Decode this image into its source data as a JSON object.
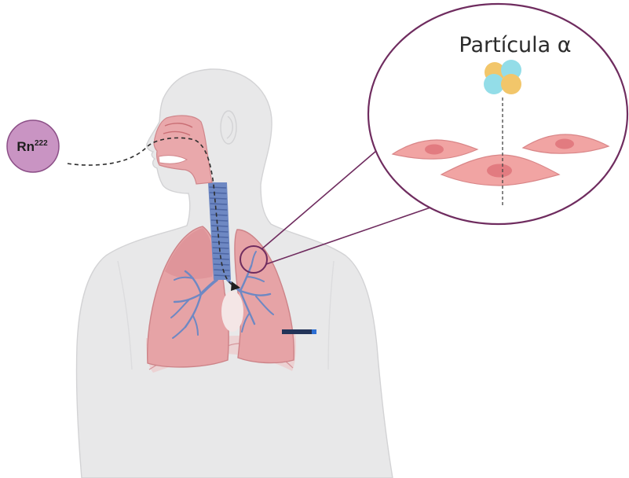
{
  "figure": {
    "radon": {
      "symbol": "Rn",
      "mass_number": "222"
    },
    "zoom_label": "Partícula α"
  },
  "colors": {
    "body": "#e8e8e9",
    "lung": "#e6a3a6",
    "airway": "#6e88c3",
    "radon": "#c994c3",
    "zoom_outline": "#6f2c5f",
    "cell": "#f1a4a3",
    "cell_nucleus": "#e27b80",
    "alpha_nucleon_1": "#f2c66a",
    "alpha_nucleon_2": "#93dde8"
  }
}
